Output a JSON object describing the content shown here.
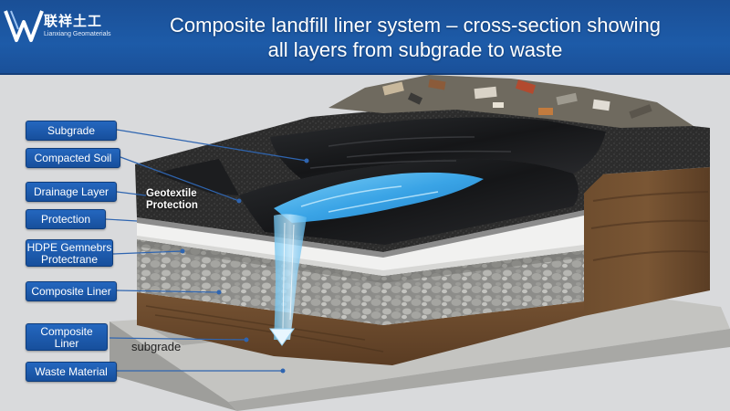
{
  "header": {
    "logo_cn": "联祥土工",
    "logo_en": "Lianxiang Geomaterials",
    "title_line1": "Composite landfill liner system – cross-section showing",
    "title_line2": "all layers from subgrade to waste"
  },
  "callouts": [
    {
      "label": "Subgrade"
    },
    {
      "label": "Compacted Soil"
    },
    {
      "label": "Drainage Layer"
    },
    {
      "label": "Protection"
    },
    {
      "label_line1": "HDPE Gemnebrs",
      "label_line2": "Protectrane"
    },
    {
      "label": "Composite Liner"
    },
    {
      "label_line1": "Composite",
      "label_line2": "Liner"
    },
    {
      "label": "Waste Material"
    }
  ],
  "scene_labels": {
    "geotextile_line1": "Geotextile",
    "geotextile_line2": "Protection",
    "subgrade": "subgrade"
  },
  "colors": {
    "header_blue": "#1d5ba8",
    "callout_blue": "#1f5fb3",
    "liner_black": "#1f2022",
    "water_blue": "#3fa6e6",
    "soil_brown": "#6b4a2d",
    "white_layer": "#f2f2f2",
    "gravel_grey": "#9a9a98",
    "concrete_grey": "#bdbdbb"
  }
}
